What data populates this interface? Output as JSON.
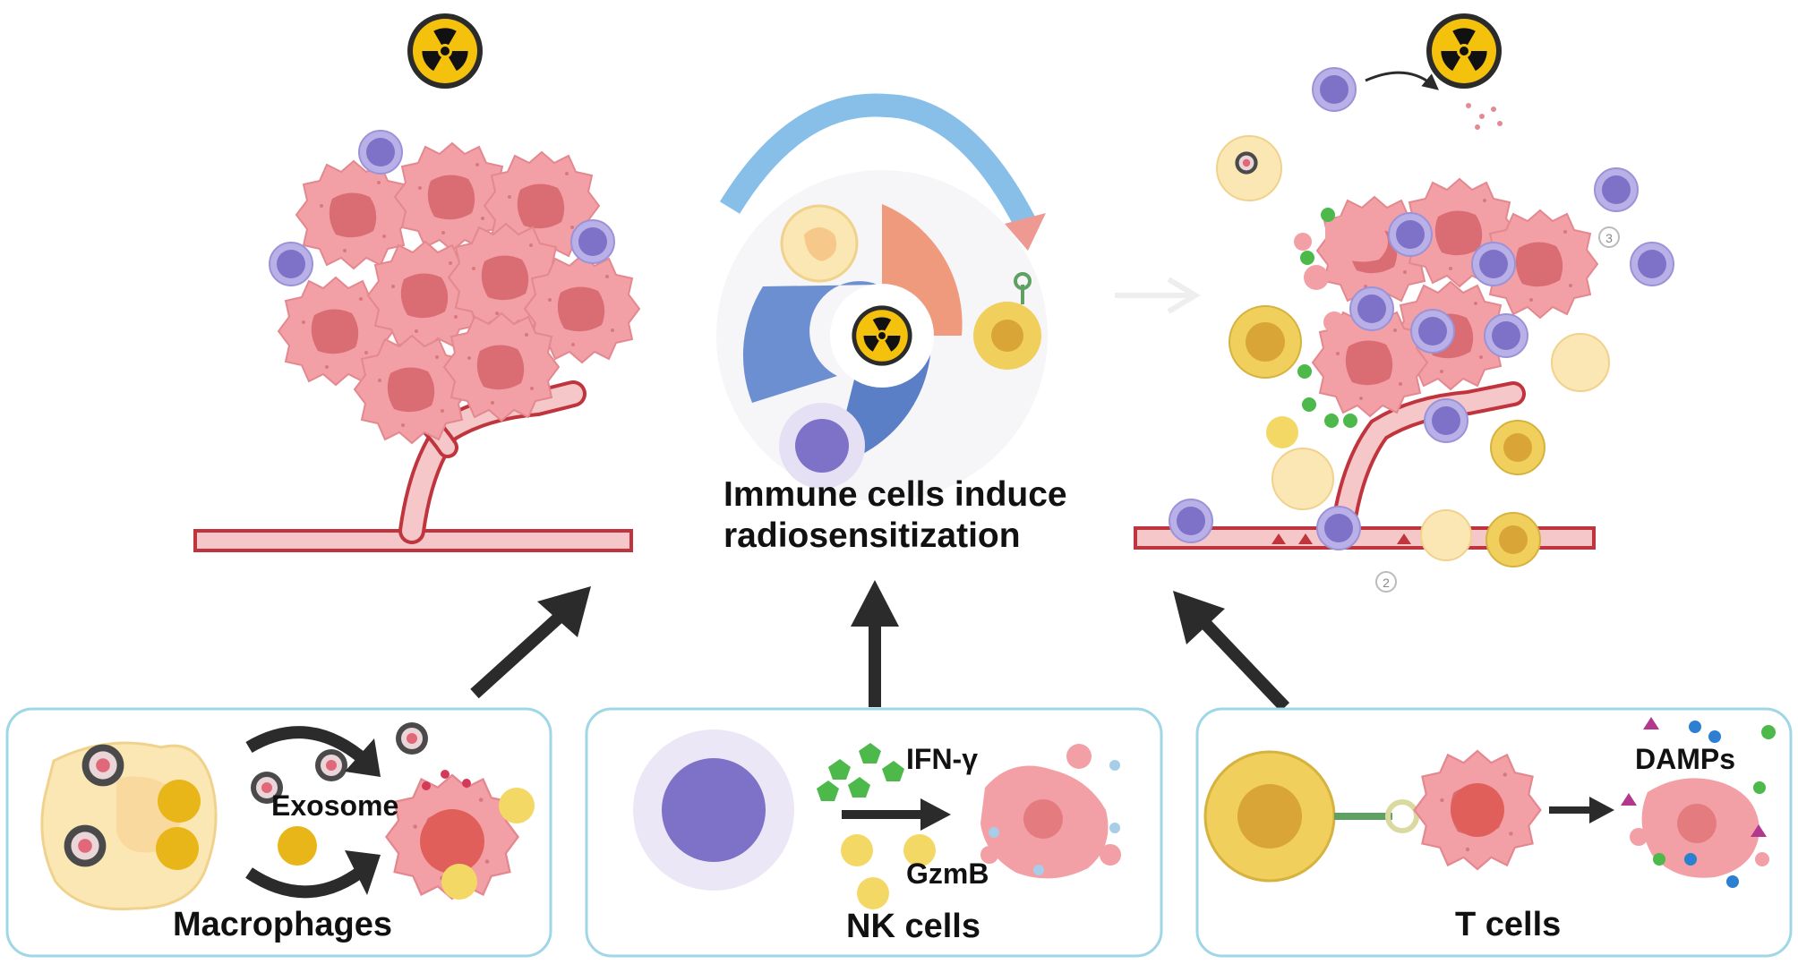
{
  "center": {
    "title_line1": "Immune cells induce",
    "title_line2": "radiosensitization"
  },
  "panels": {
    "macrophages": {
      "label": "Macrophages",
      "exosome_label": "Exosome"
    },
    "nk_cells": {
      "label": "NK cells",
      "ifn_label": "IFN-γ",
      "gzmb_label": "GzmB"
    },
    "t_cells": {
      "label": "T cells",
      "damps_label": "DAMPs"
    }
  },
  "markers": {
    "step2": "2",
    "step3": "3"
  },
  "colors": {
    "tumor": "#f2a0a5",
    "tumor_nucleus": "#d96d73",
    "vessel": "#c0343e",
    "nk_purple": "#7d72c8",
    "t_cell_yellow": "#f0cf5c",
    "macrophage": "#fbe7b3",
    "ifn_green": "#4cb94a",
    "damp_magenta": "#b3368f",
    "arrow": "#2b2b2b",
    "radiation_yellow": "#f4c20d"
  },
  "icons": [
    "radiation-icon",
    "tumor-cell",
    "nk-cell",
    "t-cell",
    "macrophage-cell",
    "blood-vessel",
    "ifn-pentagon",
    "granzyme-dot",
    "damp-triangle"
  ]
}
